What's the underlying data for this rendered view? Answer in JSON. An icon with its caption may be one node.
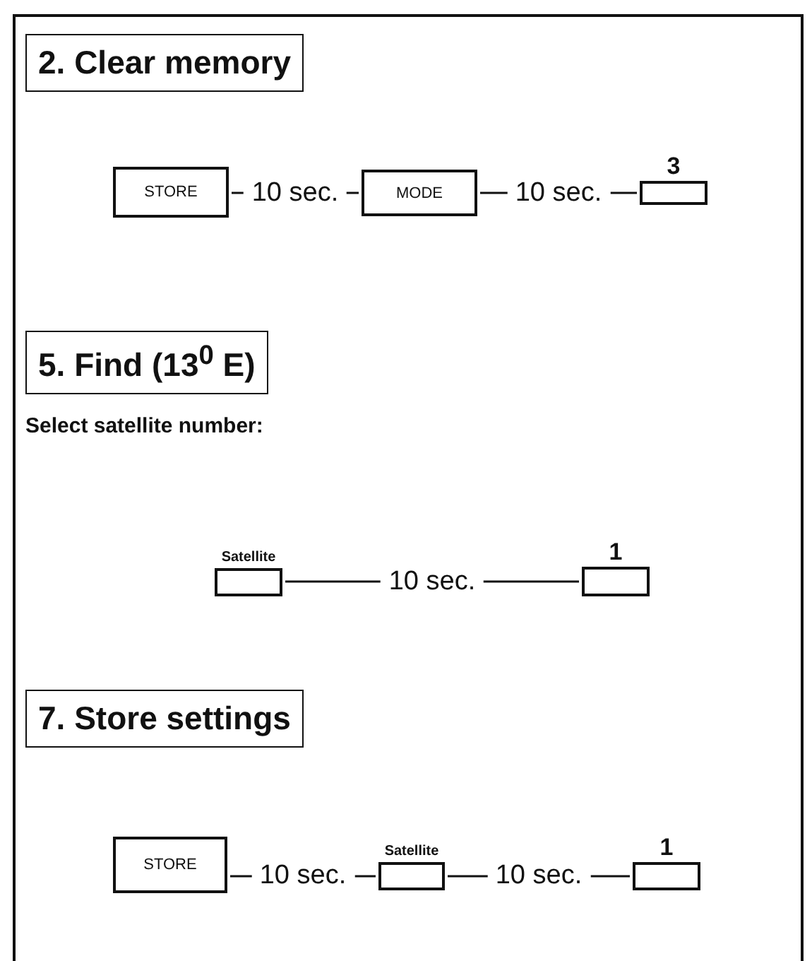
{
  "diagram": {
    "nodes": [
      {
        "text": [
          "2. Clear memory"
        ]
      },
      {
        "text": [
          "STORE"
        ]
      },
      {
        "text": [
          "MODE"
        ]
      },
      {
        "text": [
          "3"
        ]
      },
      {
        "text": [
          "5. Find (13$^{0}$ E)"
        ]
      },
      {
        "text": [
          "Satellite"
        ]
      },
      {
        "text": [
          "1"
        ]
      },
      {
        "text": [
          "7. Store settings"
        ]
      },
      {
        "text": [
          "STORE"
        ]
      },
      {
        "text": [
          "Satellite"
        ]
      },
      {
        "text": [
          "1"
        ]
      }
    ],
    "edges": [
      {
        "from": 1,
        "to": 2,
        "arrow": "none",
        "label": "10 sec."
      },
      {
        "from": 2,
        "to": 3,
        "arrow": "none",
        "label": "10 sec."
      },
      {
        "from": 5,
        "to": 6,
        "arrow": "none",
        "label": "10 sec."
      },
      {
        "from": 8,
        "to": 9,
        "arrow": "none",
        "label": "10 sec."
      },
      {
        "from": 9,
        "to": 10,
        "arrow": "none",
        "label": "10 sec."
      }
    ],
    "labels": [
      "Select satellite number:"
    ]
  }
}
